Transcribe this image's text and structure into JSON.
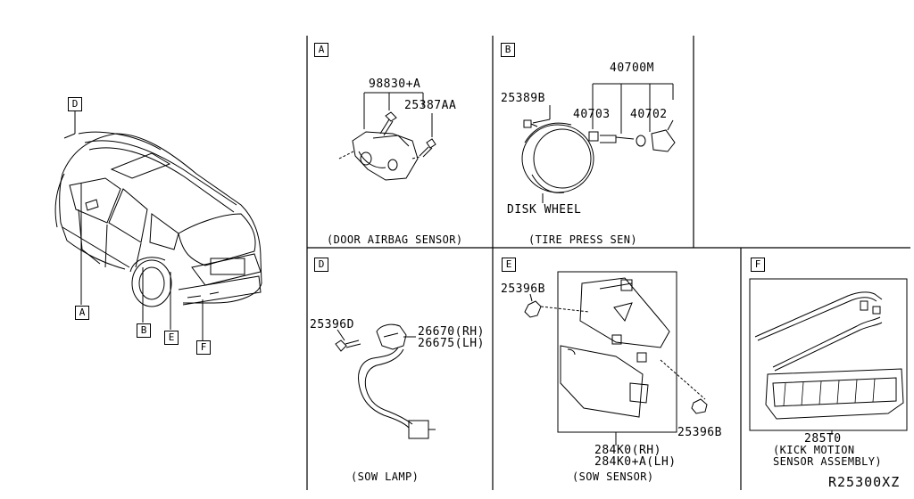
{
  "diagram_code": "R25300XZ",
  "vehicle": {
    "callouts": [
      "D",
      "A",
      "B",
      "E",
      "F"
    ]
  },
  "panels": {
    "A": {
      "letter": "A",
      "parts": [
        "98830+A",
        "25387AA"
      ],
      "caption": "(DOOR AIRBAG SENSOR)"
    },
    "B": {
      "letter": "B",
      "parts": [
        "40700M",
        "25389B",
        "40703",
        "40702"
      ],
      "component_label": "DISK WHEEL",
      "caption": "(TIRE PRESS SEN)"
    },
    "D": {
      "letter": "D",
      "parts": [
        "25396D",
        "26670(RH)",
        "26675(LH)"
      ],
      "caption": "(SOW LAMP)"
    },
    "E": {
      "letter": "E",
      "parts": [
        "25396B",
        "25396B",
        "284K0(RH)",
        "284K0+A(LH)"
      ],
      "caption": "(SOW SENSOR)"
    },
    "F": {
      "letter": "F",
      "parts": [
        "285T0"
      ],
      "caption_line1": "(KICK MOTION",
      "caption_line2": "SENSOR ASSEMBLY)"
    }
  }
}
